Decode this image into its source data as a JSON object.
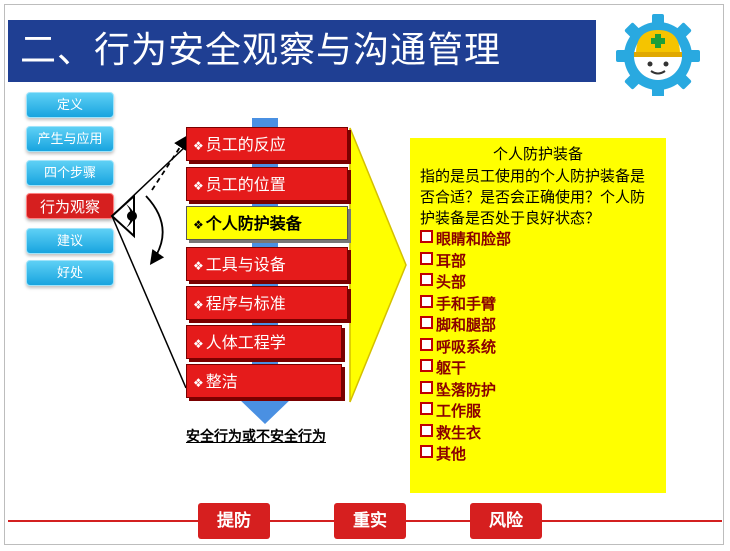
{
  "title": "二、行为安全观察与沟通管理",
  "nav": [
    {
      "label": "定义",
      "active": false
    },
    {
      "label": "产生与应用",
      "active": false
    },
    {
      "label": "四个步骤",
      "active": false
    },
    {
      "label": "行为观察",
      "active": true
    },
    {
      "label": "建议",
      "active": false
    },
    {
      "label": "好处",
      "active": false
    }
  ],
  "factors": [
    {
      "label": "员工的反应",
      "bullet": "❖"
    },
    {
      "label": "员工的位置",
      "bullet": "❖"
    },
    {
      "label": "个人防护装备",
      "bullet": "❖"
    },
    {
      "label": "工具与设备",
      "bullet": "❖"
    },
    {
      "label": "程序与标准",
      "bullet": "❖"
    },
    {
      "label": "人体工程学",
      "bullet": "❖"
    },
    {
      "label": "整洁",
      "bullet": "❖"
    }
  ],
  "active_factor_index": 2,
  "conclusion": "安全行为或不安全行为",
  "panel": {
    "title": "个人防护装备",
    "description": "指的是员工使用的个人防护装备是否合适？是否会正确使用？个人防护装备是否处于良好状态？",
    "items": [
      "眼睛和脸部",
      "耳部",
      "头部",
      "手和手臂",
      "脚和腿部",
      "呼吸系统",
      "躯干",
      "坠落防护",
      "工作服",
      "救生衣",
      "其他"
    ]
  },
  "bottom_buttons": [
    "提防",
    "重实",
    "风险"
  ],
  "colors": {
    "title_bg": "#1f3f93",
    "nav_blue": "#18a4df",
    "red": "#e51b1b",
    "highlight": "#ffff00",
    "arrow": "#4a90e2"
  }
}
